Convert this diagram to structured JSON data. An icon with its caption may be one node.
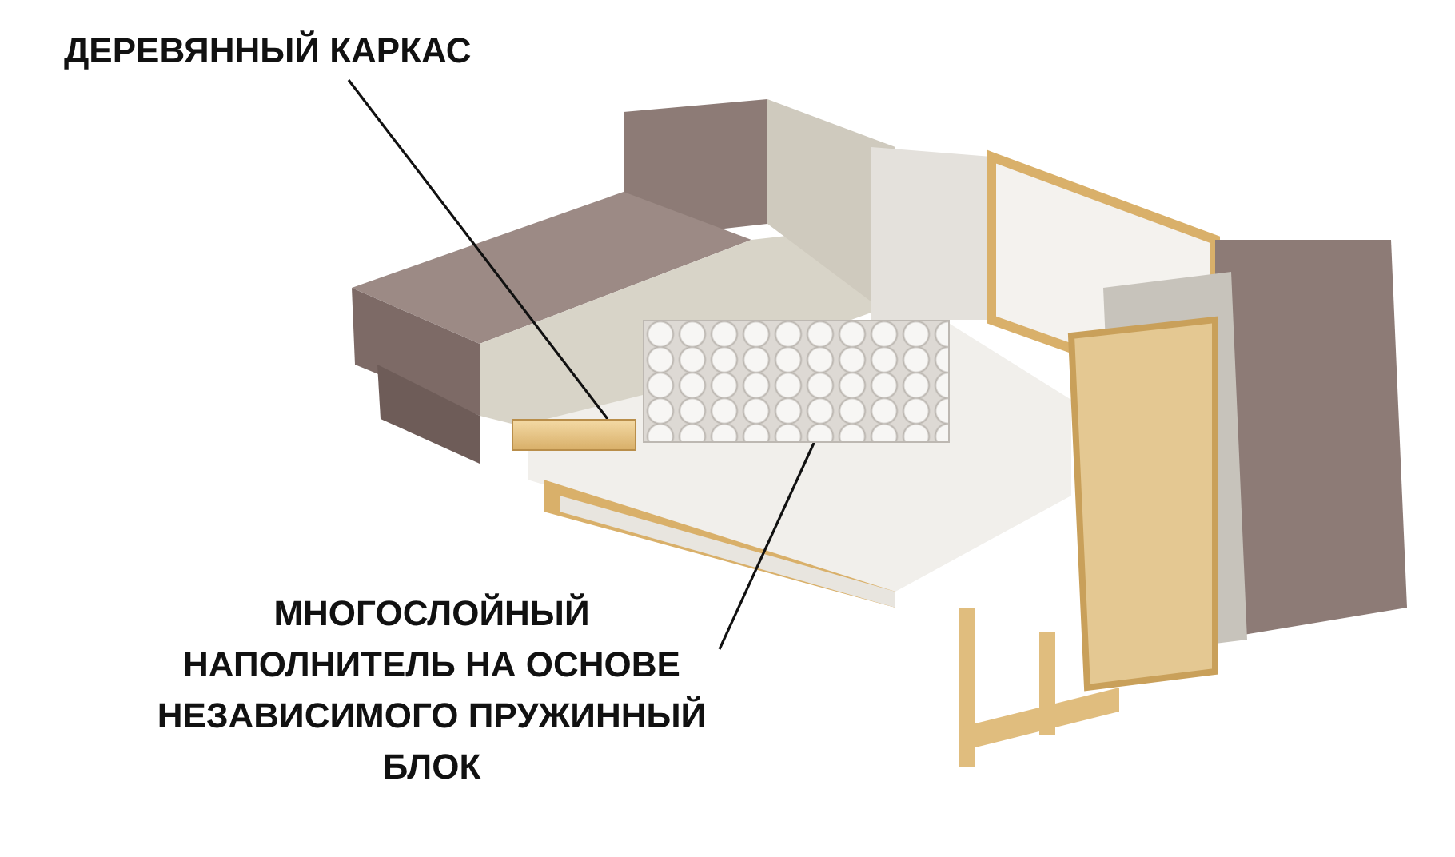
{
  "diagram": {
    "nodes": [
      {
        "text": [
          "ДЕРЕВЯННЫЙ КАРКАС"
        ]
      },
      {
        "text": [],
        "shape": "bar"
      },
      {
        "text": [
          "МНОГОСЛОЙНЫЙ НАПОЛНИТЕЛЬ НА ОСНОВЕ НЕЗАВИСИМОГО ПРУЖИННЫЙ БЛОК"
        ]
      },
      {
        "text": [],
        "shape": "box"
      }
    ],
    "edges": [
      {
        "from": 0,
        "to": 1,
        "arrow": "none"
      },
      {
        "from": 2,
        "to": 3,
        "arrow": "none"
      }
    ]
  }
}
